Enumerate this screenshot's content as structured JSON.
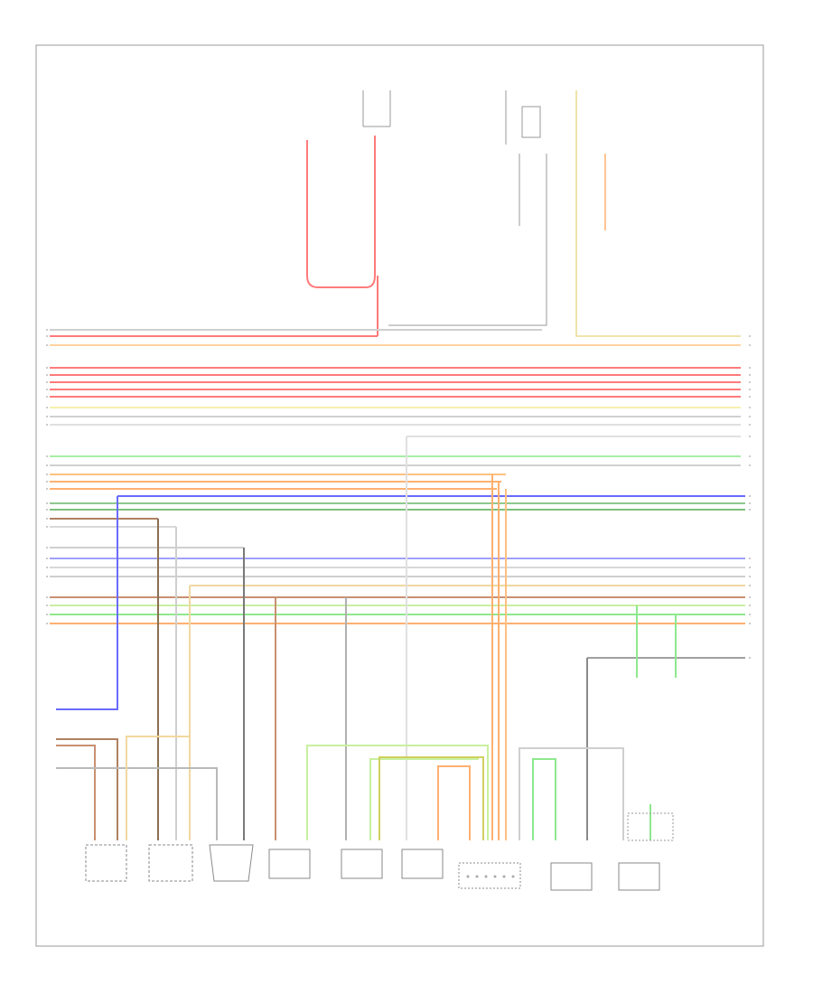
{
  "diagram": {
    "footer_code": "",
    "colors": {
      "red": "#ff7b7b",
      "pink": "#ff9a9a",
      "orange": "#ffb070",
      "yellow": "#f0e68c",
      "light_yellow": "#f6f1b0",
      "green": "#8ee88e",
      "light_green": "#c8f0a0",
      "blue": "#6a6aff",
      "brown": "#b08060",
      "gray": "#b9b9b9",
      "black": "#333333",
      "frame": "#9a9a9a"
    },
    "components_bottom": [
      {
        "id": "sensor-1",
        "lines": [
          "",
          "",
          "",
          "",
          ""
        ]
      },
      {
        "id": "sensor-2",
        "lines": [
          "",
          "",
          "",
          "",
          ""
        ]
      },
      {
        "id": "sensor-3",
        "lines": [
          "",
          "",
          "",
          ""
        ]
      },
      {
        "id": "module-1",
        "lines": [
          "",
          "",
          "",
          ""
        ]
      },
      {
        "id": "module-2",
        "lines": [
          "",
          "",
          "",
          "",
          ""
        ]
      },
      {
        "id": "module-3",
        "lines": [
          "",
          "",
          "",
          "",
          ""
        ]
      },
      {
        "id": "connector",
        "lines": [
          "",
          "",
          ""
        ]
      },
      {
        "id": "module-4",
        "lines": [
          "",
          "",
          "",
          ""
        ]
      },
      {
        "id": "module-5",
        "lines": [
          "",
          "",
          "",
          "",
          ""
        ]
      }
    ]
  }
}
